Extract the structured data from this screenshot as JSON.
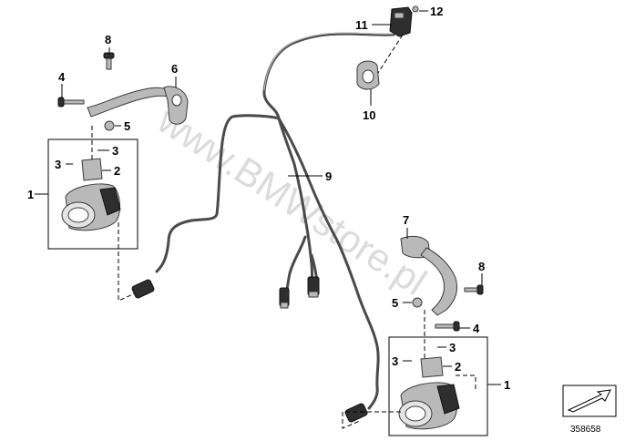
{
  "watermark": "www.BMWstore.pl",
  "diagram_number": "358658",
  "callouts": {
    "c1_left": "1",
    "c1_right": "1",
    "c2_left": "2",
    "c2_right": "2",
    "c3a_left": "3",
    "c3b_left": "3",
    "c3a_right": "3",
    "c3b_right": "3",
    "c4_left": "4",
    "c4_right": "4",
    "c5_left": "5",
    "c5_right": "5",
    "c6": "6",
    "c7": "7",
    "c8_left": "8",
    "c8_right": "8",
    "c9": "9",
    "c10": "10",
    "c11": "11",
    "c12": "12"
  },
  "colors": {
    "line": "#000000",
    "cable": "#4a4a4a",
    "metal": "#b9b9b9"
  }
}
